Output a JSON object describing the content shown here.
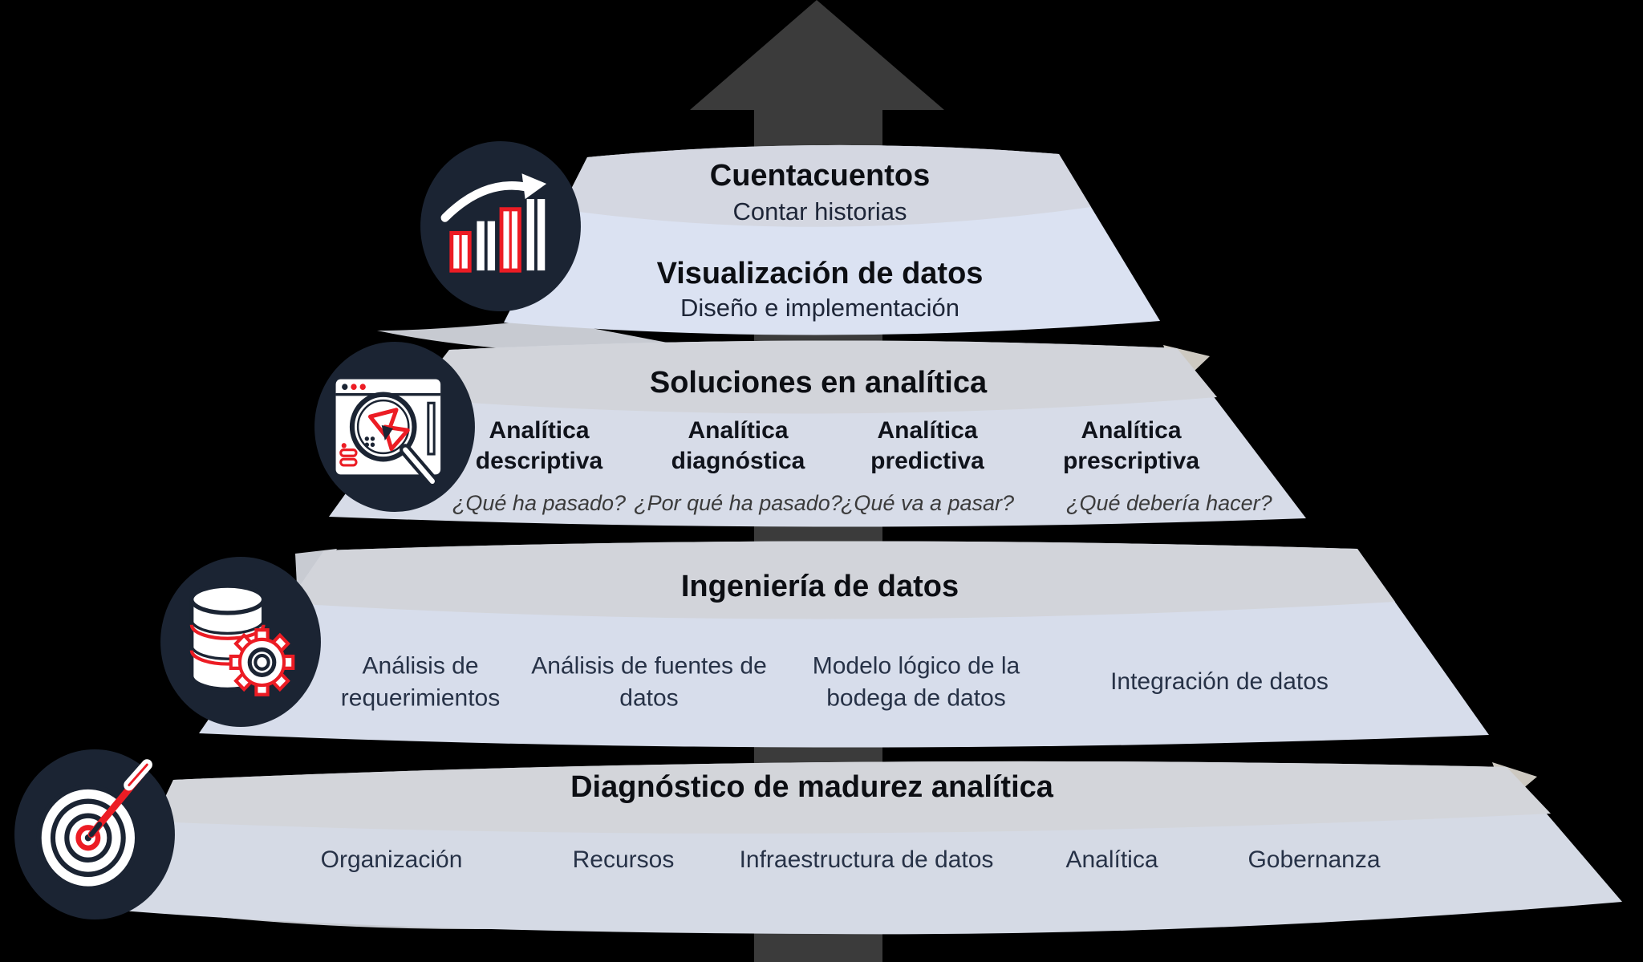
{
  "colors": {
    "background": "#000000",
    "arrow": "#3b3b3b",
    "level_body": "#d8deec",
    "level_header": "#d2d5da",
    "icon_circle": "#1b2433",
    "icon_red": "#ec1c24",
    "icon_white": "#ffffff",
    "title_text": "#0c0e13",
    "item_text": "#273247",
    "question_text": "#3b3b3b"
  },
  "levels": [
    {
      "icon": "bar-chart-growth-icon",
      "sections": [
        {
          "title": "Cuentacuentos",
          "subtitle": "Contar historias"
        },
        {
          "title": "Visualización de datos",
          "subtitle": "Diseño e implementación"
        }
      ]
    },
    {
      "title": "Soluciones en analítica",
      "icon": "browser-magnifier-icon",
      "items": [
        {
          "label": "Analítica descriptiva",
          "question": "¿Qué ha pasado?"
        },
        {
          "label": "Analítica diagnóstica",
          "question": "¿Por qué ha pasado?"
        },
        {
          "label": "Analítica predictiva",
          "question": "¿Qué va a pasar?"
        },
        {
          "label": "Analítica prescriptiva",
          "question": "¿Qué debería hacer?"
        }
      ]
    },
    {
      "title": "Ingeniería de datos",
      "icon": "database-gear-icon",
      "items": [
        {
          "label": "Análisis de requerimientos"
        },
        {
          "label": "Análisis de fuentes de datos"
        },
        {
          "label": "Modelo lógico de la bodega de datos"
        },
        {
          "label": "Integración de datos"
        }
      ]
    },
    {
      "title": "Diagnóstico de madurez analítica",
      "icon": "target-dart-icon",
      "items": [
        {
          "label": "Organización"
        },
        {
          "label": "Recursos"
        },
        {
          "label": "Infraestructura de datos"
        },
        {
          "label": "Analítica"
        },
        {
          "label": "Gobernanza"
        }
      ]
    }
  ]
}
